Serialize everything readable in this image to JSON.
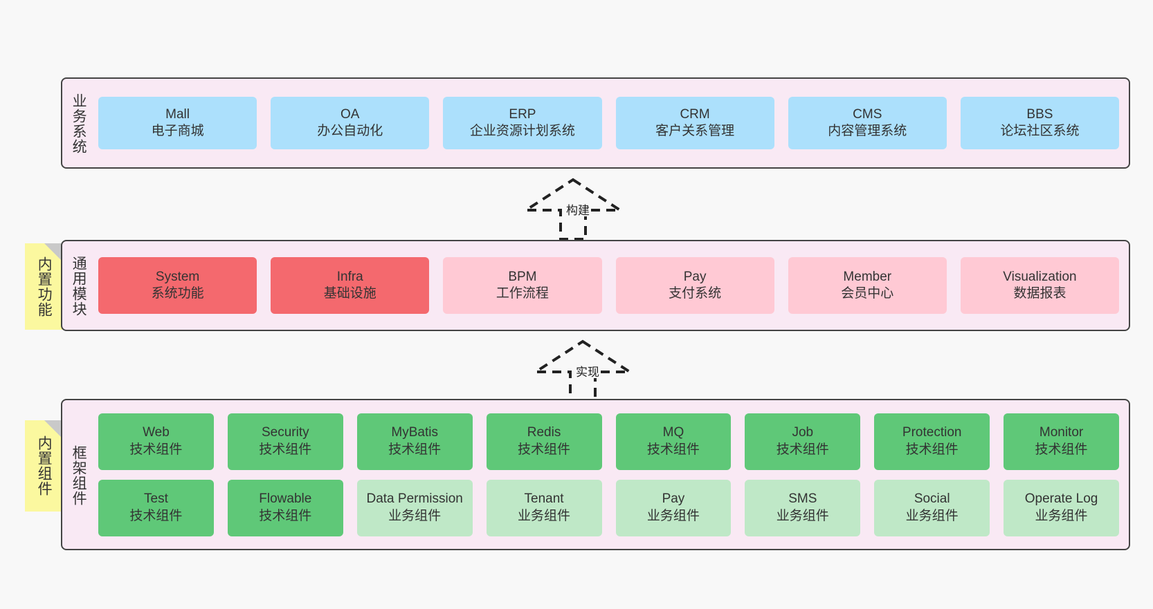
{
  "diagram": {
    "title": "System architecture layers",
    "colors": {
      "layer_background": "#f9e9f4",
      "layer_border": "#444444",
      "business_cell": "#ace0fc",
      "module_active": "#f4696e",
      "module_planned": "#ffc9d4",
      "component_tech": "#5fc878",
      "component_business": "#bfe8c7",
      "note": "#fbf89f",
      "page_background": "#f8f8f8"
    }
  },
  "layers": {
    "business": {
      "title": "业务系统",
      "items": [
        {
          "en": "Mall",
          "cn": "电子商城"
        },
        {
          "en": "OA",
          "cn": "办公自动化"
        },
        {
          "en": "ERP",
          "cn": "企业资源计划系统"
        },
        {
          "en": "CRM",
          "cn": "客户关系管理"
        },
        {
          "en": "CMS",
          "cn": "内容管理系统"
        },
        {
          "en": "BBS",
          "cn": "论坛社区系统"
        }
      ]
    },
    "modules": {
      "title": "通用模块",
      "note": "内置功能",
      "items": [
        {
          "en": "System",
          "cn": "系统功能",
          "variant": "active"
        },
        {
          "en": "Infra",
          "cn": "基础设施",
          "variant": "active"
        },
        {
          "en": "BPM",
          "cn": "工作流程",
          "variant": "planned"
        },
        {
          "en": "Pay",
          "cn": "支付系统",
          "variant": "planned"
        },
        {
          "en": "Member",
          "cn": "会员中心",
          "variant": "planned"
        },
        {
          "en": "Visualization",
          "cn": "数据报表",
          "variant": "planned"
        }
      ]
    },
    "framework": {
      "title": "框架组件",
      "note": "内置组件",
      "row1": [
        {
          "en": "Web",
          "cn": "技术组件"
        },
        {
          "en": "Security",
          "cn": "技术组件"
        },
        {
          "en": "MyBatis",
          "cn": "技术组件"
        },
        {
          "en": "Redis",
          "cn": "技术组件"
        },
        {
          "en": "MQ",
          "cn": "技术组件"
        },
        {
          "en": "Job",
          "cn": "技术组件"
        },
        {
          "en": "Protection",
          "cn": "技术组件"
        },
        {
          "en": "Monitor",
          "cn": "技术组件"
        }
      ],
      "row2": [
        {
          "en": "Test",
          "cn": "技术组件",
          "variant": "tech"
        },
        {
          "en": "Flowable",
          "cn": "技术组件",
          "variant": "tech"
        },
        {
          "en": "Data Permission",
          "cn": "业务组件",
          "variant": "business"
        },
        {
          "en": "Tenant",
          "cn": "业务组件",
          "variant": "business"
        },
        {
          "en": "Pay",
          "cn": "业务组件",
          "variant": "business"
        },
        {
          "en": "SMS",
          "cn": "业务组件",
          "variant": "business"
        },
        {
          "en": "Social",
          "cn": "业务组件",
          "variant": "business"
        },
        {
          "en": "Operate Log",
          "cn": "业务组件",
          "variant": "business"
        }
      ]
    }
  },
  "arrows": [
    {
      "id": "build",
      "label": "构建",
      "from": "通用模块",
      "to": "业务系统"
    },
    {
      "id": "impl",
      "label": "实现",
      "from": "框架组件",
      "to": "通用模块"
    }
  ]
}
